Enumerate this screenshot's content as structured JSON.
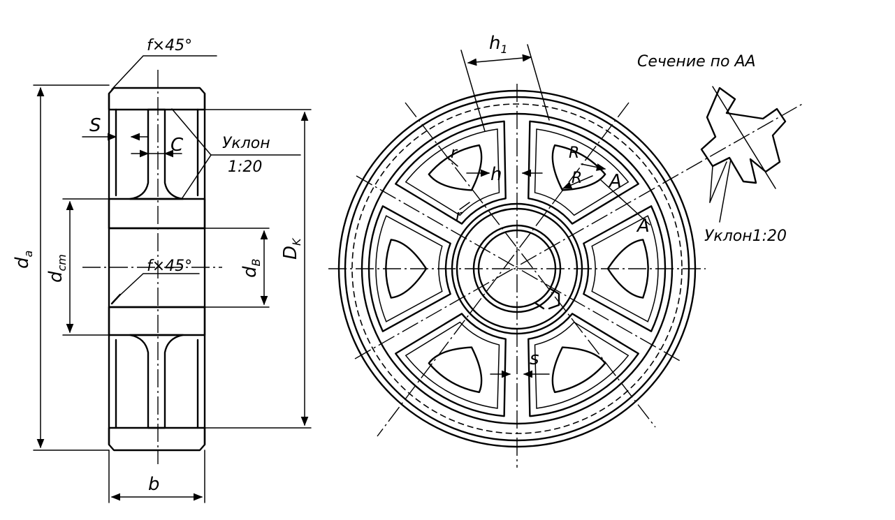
{
  "side_view": {
    "chamfer_top": "f×45°",
    "chamfer_hub": "f×45°",
    "web_thickness": "S",
    "rib_c": "C",
    "slope_label_1": "Уклон",
    "slope_label_2": "1:20",
    "d_a": {
      "base": "d",
      "sub": "a"
    },
    "d_st": {
      "base": "d",
      "sub": "cm"
    },
    "d_v": {
      "base": "d",
      "sub": "B"
    },
    "D_k": {
      "base": "D",
      "sub": "K"
    },
    "b": "b"
  },
  "front_view": {
    "h1": {
      "base": "h",
      "sub": "1"
    },
    "h": "h",
    "r_small_top": "r",
    "r_small_bottom": "r",
    "R_outer": "R",
    "R_inner": "R",
    "A_top": "A",
    "A_mid": "A",
    "s_bottom": "s"
  },
  "section": {
    "title": "Сечение по АА",
    "slope": "Уклон1:20"
  }
}
